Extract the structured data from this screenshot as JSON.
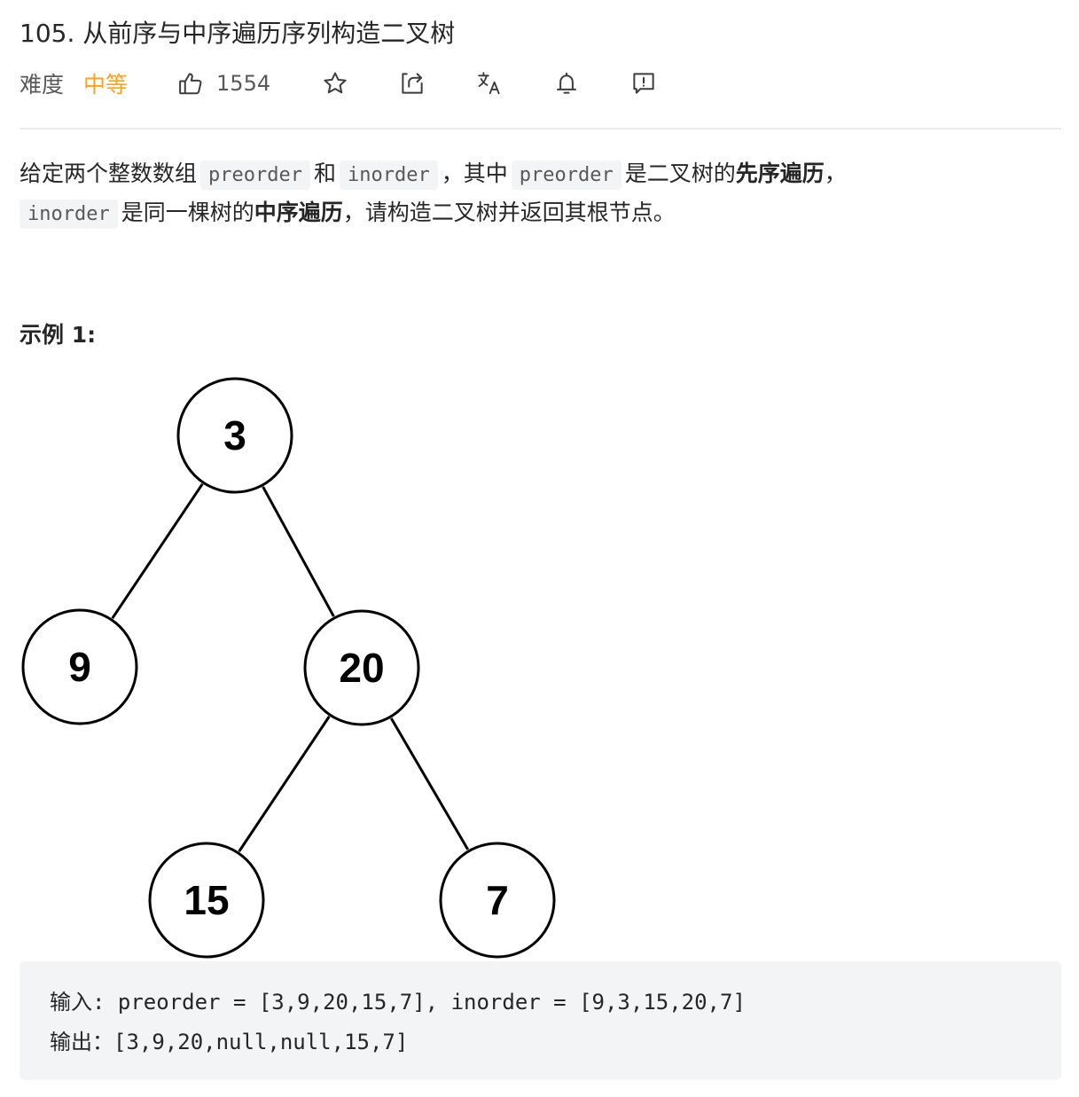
{
  "problem": {
    "title": "105. 从前序与中序遍历序列构造二叉树",
    "difficulty_label": "难度",
    "difficulty_value": "中等",
    "likes": "1554"
  },
  "icons": {
    "like": "thumbs-up-icon",
    "star": "star-icon",
    "share": "share-icon",
    "translate": "translate-icon",
    "bell": "bell-icon",
    "feedback": "feedback-icon"
  },
  "colors": {
    "difficulty": "#ffa116",
    "code_bg": "#f3f4f5",
    "divider": "#ebebeb"
  },
  "description": {
    "line1": {
      "t1": "给定两个整数数组",
      "c1": "preorder",
      "t2": "和",
      "c2": "inorder",
      "t3": "，其中",
      "c3": "preorder",
      "t4": "是二叉树的",
      "b1": "先序遍历",
      "t5": "，"
    },
    "line2": {
      "c1": "inorder",
      "t1": "是同一棵树的",
      "b1": "中序遍历",
      "t2": "，请构造二叉树并返回其根节点。"
    }
  },
  "example": {
    "title": "示例 1:",
    "input": "输入: preorder = [3,9,20,15,7], inorder = [9,3,15,20,7]",
    "output": "输出：[3,9,20,null,null,15,7]"
  },
  "tree": {
    "nodes": [
      {
        "id": "n3",
        "label": "3"
      },
      {
        "id": "n9",
        "label": "9"
      },
      {
        "id": "n20",
        "label": "20"
      },
      {
        "id": "n15",
        "label": "15"
      },
      {
        "id": "n7",
        "label": "7"
      }
    ],
    "edges": [
      [
        "n3",
        "n9"
      ],
      [
        "n3",
        "n20"
      ],
      [
        "n20",
        "n15"
      ],
      [
        "n20",
        "n7"
      ]
    ]
  }
}
